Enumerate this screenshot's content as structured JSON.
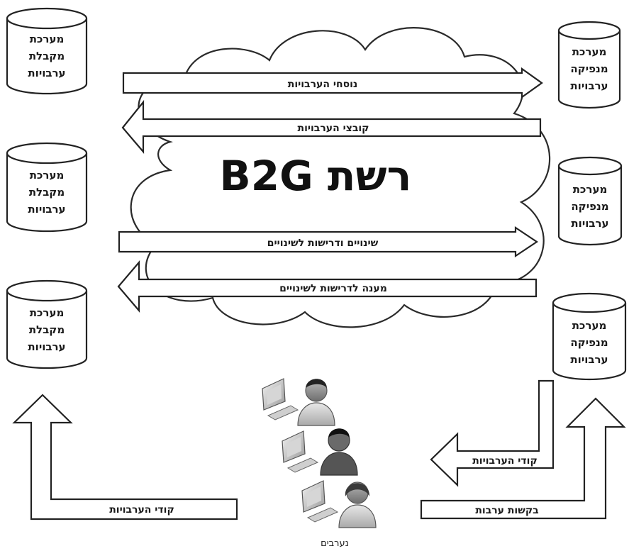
{
  "network": {
    "title": "רשת B2G"
  },
  "receivers": [
    {
      "lines": [
        "מערכת",
        "מקבלת",
        "ערבויות"
      ]
    },
    {
      "lines": [
        "מערכת",
        "מקבלת",
        "ערבויות"
      ]
    },
    {
      "lines": [
        "מערכת",
        "מקבלת",
        "ערבויות"
      ]
    }
  ],
  "issuers": [
    {
      "lines": [
        "מערכת",
        "מנפיקה",
        "ערבויות"
      ]
    },
    {
      "lines": [
        "מערכת",
        "מנפיקה",
        "ערבויות"
      ]
    },
    {
      "lines": [
        "מערכת",
        "מנפיקה",
        "ערבויות"
      ]
    }
  ],
  "flows": {
    "guarantee_texts": "נוסחי הערבויות",
    "guarantee_files": "קובצי הערבויות",
    "changes_requests": "שינויים ודרישות לשינויים",
    "response_requests": "מענה לדרישות לשינויים",
    "guarantee_codes_issuer": "קודי הערבויות",
    "guarantee_request": "בקשות ערבות",
    "guarantee_codes_receiver": "קודי הערבויות"
  },
  "beneficiaries": {
    "label": "נערבים"
  }
}
